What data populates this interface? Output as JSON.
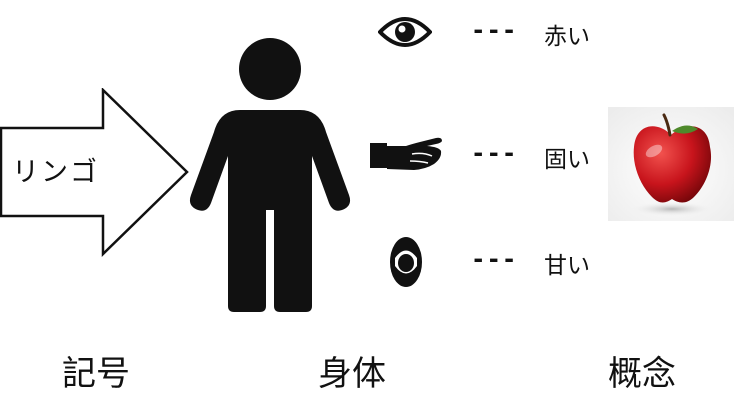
{
  "sign": {
    "arrow_text": "リンゴ",
    "label": "記号"
  },
  "body": {
    "label": "身体",
    "senses": [
      {
        "icon": "eye-icon",
        "connector": "---",
        "text": "赤い"
      },
      {
        "icon": "hand-icon",
        "connector": "---",
        "text": "固い"
      },
      {
        "icon": "mouth-icon",
        "connector": "---",
        "text": "甘い"
      }
    ]
  },
  "concept": {
    "label": "概念",
    "image": "apple-image"
  },
  "colors": {
    "ink": "#111111",
    "apple_red": "#c8141c",
    "background": "#ffffff"
  }
}
